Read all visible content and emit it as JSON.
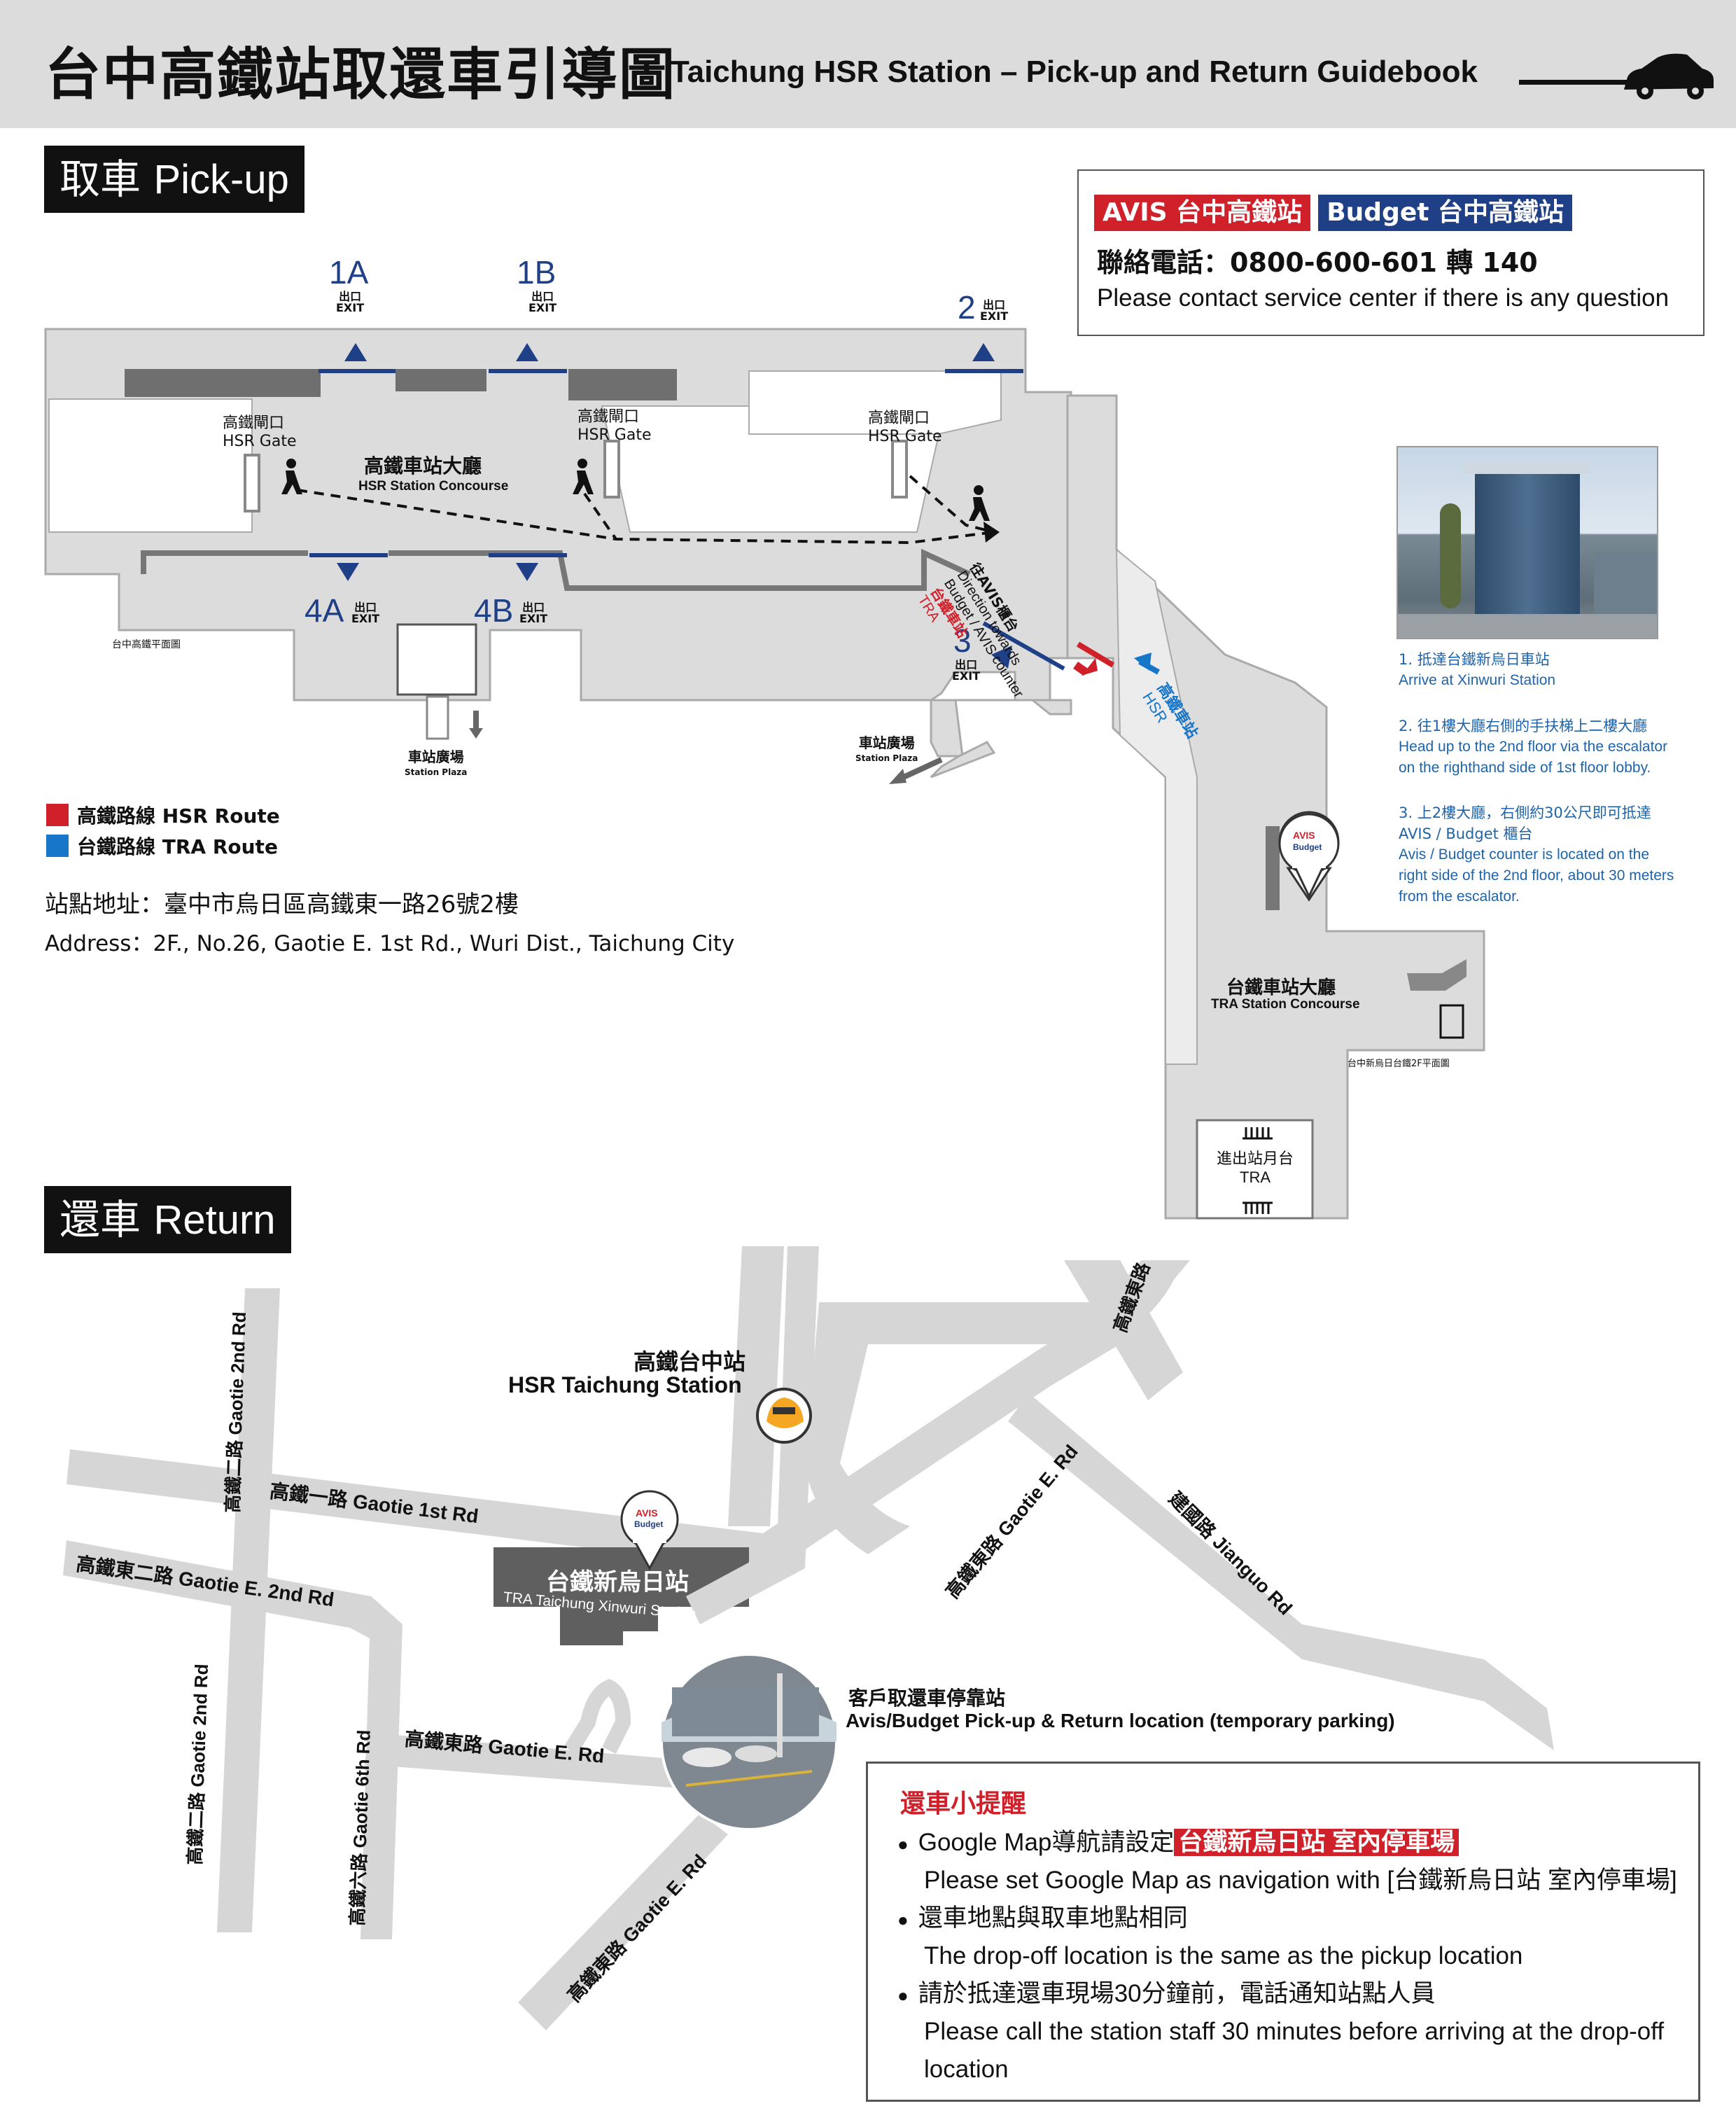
{
  "header": {
    "title_zh": "台中高鐵站取還車引導圖",
    "title_en": "Taichung HSR Station – Pick-up and Return Guidebook",
    "car_icon": "car-icon"
  },
  "pickup": {
    "label_zh": "取車",
    "label_en": "Pick-up",
    "contact": {
      "avis_tag": "AVIS 台中高鐵站",
      "budget_tag": "Budget 台中高鐵站",
      "phone": "聯絡電話：0800-600-601 轉 140",
      "note": "Please contact service center if there is any question",
      "colors": {
        "avis": "#d0202a",
        "budget": "#1f3f86"
      }
    },
    "floorplan": {
      "exit_1a": "1A",
      "exit_1b": "1B",
      "exit_2": "2",
      "exit_3": "3",
      "exit_4a": "4A",
      "exit_4b": "4B",
      "exit_zh": "出口",
      "exit_en": "EXIT",
      "gate_zh": "高鐵閘口",
      "gate_en": "HSR Gate",
      "concourse_zh": "高鐵車站大廳",
      "concourse_en": "HSR Station Concourse",
      "plan_caption": "台中高鐵平面圖",
      "plaza_zh": "車站廣場",
      "plaza_en": "Station Plaza",
      "direction_zh": "往AVIS櫃台",
      "direction_en_1": "Direction towards",
      "direction_en_2": "Budget / AVIS counter",
      "tra_zh": "台鐵車站",
      "tra_en": "TRA",
      "hsr_zh": "高鐵車站",
      "hsr_en": "HSR",
      "tra_concourse_zh": "台鐵車站大廳",
      "tra_concourse_en": "TRA Station Concourse",
      "platform_zh": "進出站月台",
      "platform_en": "TRA",
      "tra_plan_caption": "台中新烏日台鐵2F平面圖",
      "avis_logo": "AVIS",
      "budget_logo": "Budget"
    },
    "legend": {
      "hsr_route": "高鐵路線 HSR Route",
      "tra_route": "台鐵路線 TRA Route",
      "colors": {
        "hsr": "#d0202a",
        "tra": "#1876c8"
      }
    },
    "address_zh": "站點地址：臺中市烏日區高鐵東一路26號2樓",
    "address_en": "Address：2F., No.26, Gaotie E. 1st Rd., Wuri Dist., Taichung City",
    "steps": [
      {
        "zh": "1. 抵達台鐵新烏日車站",
        "en": "Arrive at Xinwuri Station"
      },
      {
        "zh": "2. 往1樓大廳右側的手扶梯上二樓大廳",
        "en_1": "Head up to the 2nd floor via the escalator",
        "en_2": "on the righthand side of 1st floor lobby."
      },
      {
        "zh": "3. 上2樓大廳，右側約30公尺即可抵達",
        "zh_2": "AVIS / Budget 櫃台",
        "en_1": "Avis / Budget counter is located on the",
        "en_2": "right side of the 2nd floor, about 30 meters",
        "en_3": "from the escalator."
      }
    ]
  },
  "return": {
    "label_zh": "還車",
    "label_en": "Return",
    "map": {
      "hsr_station_zh": "高鐵台中站",
      "hsr_station_en": "HSR Taichung Station",
      "gaotie_1st": "高鐵一路 Gaotie 1st Rd",
      "gaotie_2nd_top": "高鐵二路 Gaotie 2nd Rd",
      "gaotie_e_2nd": "高鐵東二路 Gaotie E. 2nd Rd",
      "gaotie_2nd_bottom": "高鐵二路 Gaotie 2nd Rd",
      "gaotie_6th": "高鐵六路 Gaotie 6th Rd",
      "gaotie_e_rd_mid": "高鐵東路 Gaotie E. Rd",
      "gaotie_e_rd_bottom": "高鐵東路 Gaotie E. Rd",
      "gaotie_e_rd_diag": "高鐵東路 Gaotie E. Rd",
      "gaotie_e_rd_top": "高鐵東路",
      "jianguo": "建國路 Jianguo Rd",
      "tra_station_zh": "台鐵新烏日站",
      "tra_station_en": "TRA Taichung Xinwuri Station",
      "parking_zh": "客戶取還車停靠站",
      "parking_en": "Avis/Budget Pick-up & Return location (temporary parking)"
    },
    "reminder": {
      "title": "還車小提醒",
      "item1_zh": "Google Map導航請設定",
      "item1_highlight": "台鐵新烏日站 室內停車場",
      "item1_en": "Please set Google Map as navigation with [台鐵新烏日站 室內停車場]",
      "item2_zh": "還車地點與取車地點相同",
      "item2_en": "The drop-off location is the same as the pickup location",
      "item3_zh": "請於抵達還車現場30分鐘前，電話通知站點人員",
      "item3_en_1": "Please call the station staff 30 minutes before arriving at the drop-off",
      "item3_en_2": "location"
    }
  }
}
